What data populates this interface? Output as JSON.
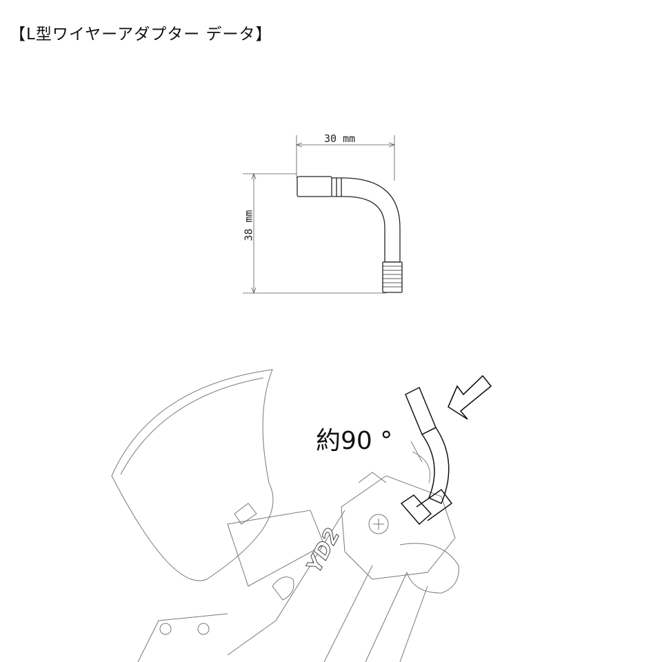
{
  "title": "【L型ワイヤーアダプター データ】",
  "dimensions": {
    "width_label": "30 mm",
    "height_label": "38 mm"
  },
  "illustration": {
    "angle_label": "約90 °",
    "device_marking": "YD2"
  }
}
